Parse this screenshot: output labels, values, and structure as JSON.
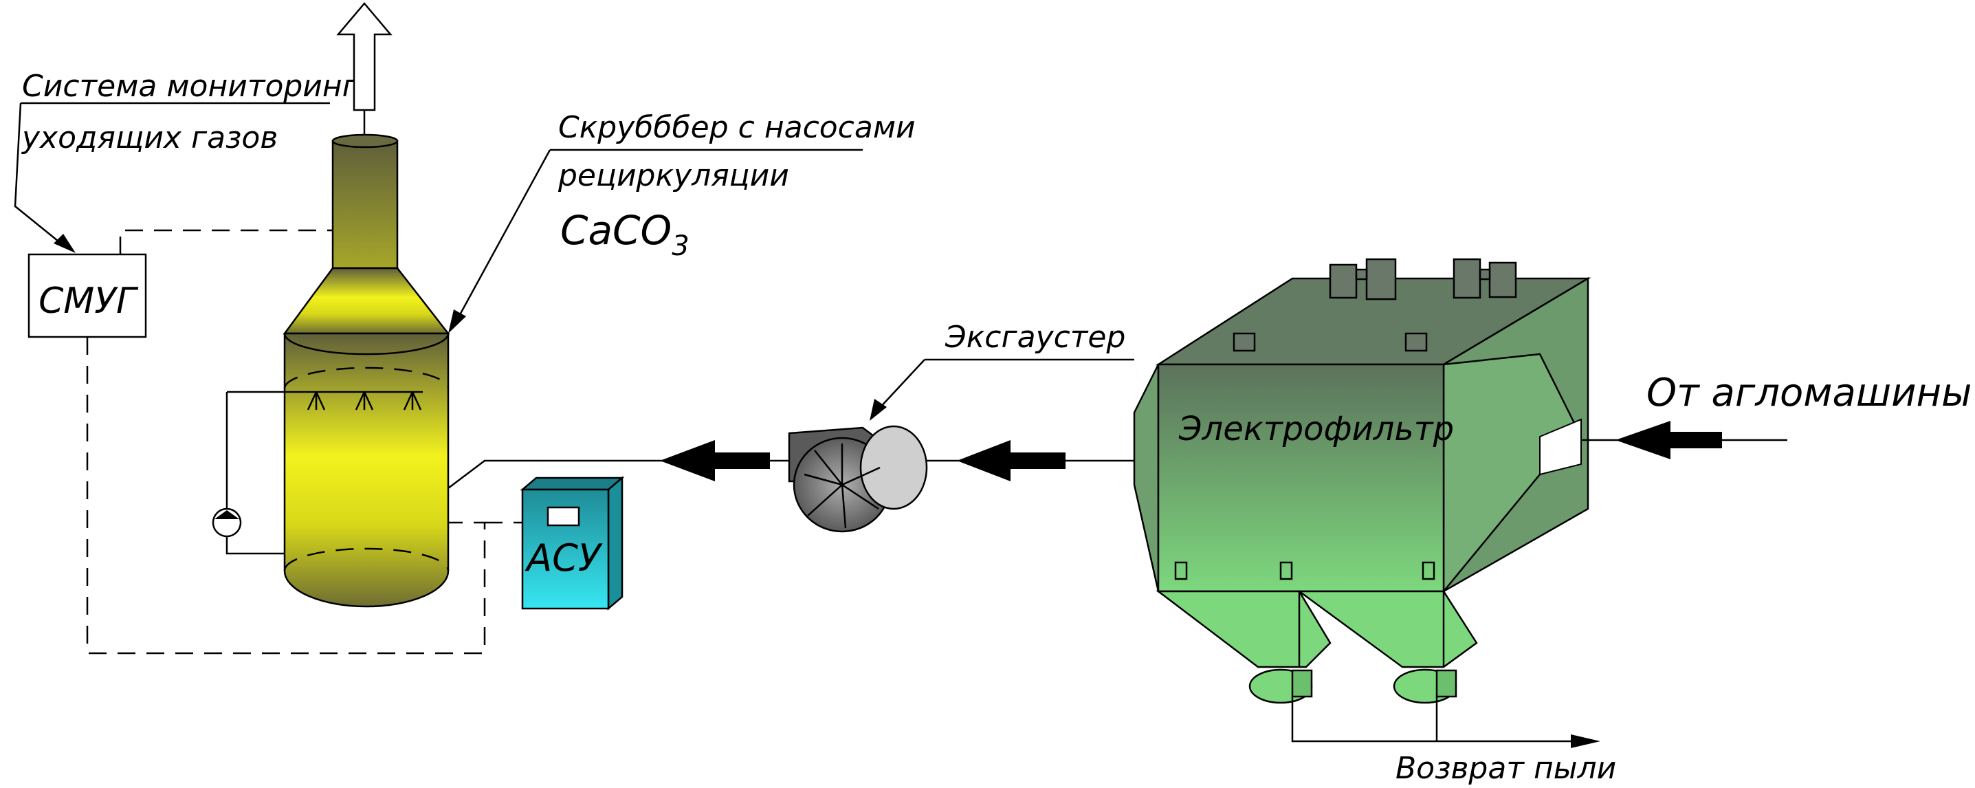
{
  "labels": {
    "monitoring_line1": "Система мониторинга",
    "monitoring_line2": "уходящих газов",
    "smug": "СМУГ",
    "scrubber_line1": "Скрубббер с насосами",
    "scrubber_line2": "рециркуляции",
    "caco3_main": "CaCO",
    "caco3_sub": "3",
    "exhauster": "Эксгаустер",
    "asu": "АСУ",
    "filter": "Электрофильтр",
    "from_agglo": "От агломашины",
    "dust_return": "Возврат пыли"
  },
  "colors": {
    "scrubber_top": "#5f5f3a",
    "scrubber_mid": "#f2f21e",
    "scrubber_bottom": "#6e6e32",
    "filter_top": "#5f7a5f",
    "filter_bottom": "#7dd87d",
    "asu_top": "#1f9aa5",
    "asu_bottom": "#34e3f0",
    "fan_body": "#555555",
    "fan_light": "#aaaaaa"
  },
  "icons": {
    "exhaust_arrow": "up-arrow-outline",
    "flow_arrow": "left-arrow-filled",
    "pump": "pump-symbol"
  }
}
